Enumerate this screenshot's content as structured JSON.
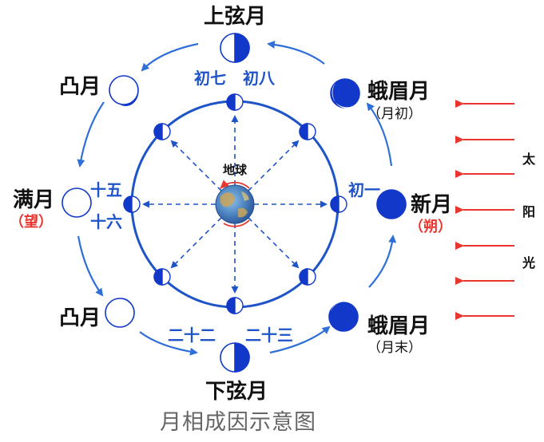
{
  "title": "月相成因示意图",
  "earth": "地球",
  "sun": [
    "太",
    "阳",
    "光"
  ],
  "phases": {
    "first_quarter": "上弦月",
    "waxing_crescent": "蛾眉月",
    "waxing_crescent_note": "（月初）",
    "new_moon": "新月",
    "new_moon_note": "（朔）",
    "waning_crescent": "蛾眉月",
    "waning_crescent_note": "（月末）",
    "last_quarter": "下弦月",
    "gibbous_top": "凸月",
    "full_moon": "满月",
    "full_moon_note": "（望）",
    "gibbous_bottom": "凸月"
  },
  "days": {
    "day1": "初一",
    "day7": "初七",
    "day8": "初八",
    "day15": "十五",
    "day16": "十六",
    "day22": "二十二",
    "day23": "二十三"
  },
  "colors": {
    "moon_blue": "#1238c9",
    "orbit_blue": "#1f53c8",
    "arrow_blue": "#2f6fd8",
    "sun_red": "#e8362f",
    "label_blue": "#1f53c8"
  }
}
